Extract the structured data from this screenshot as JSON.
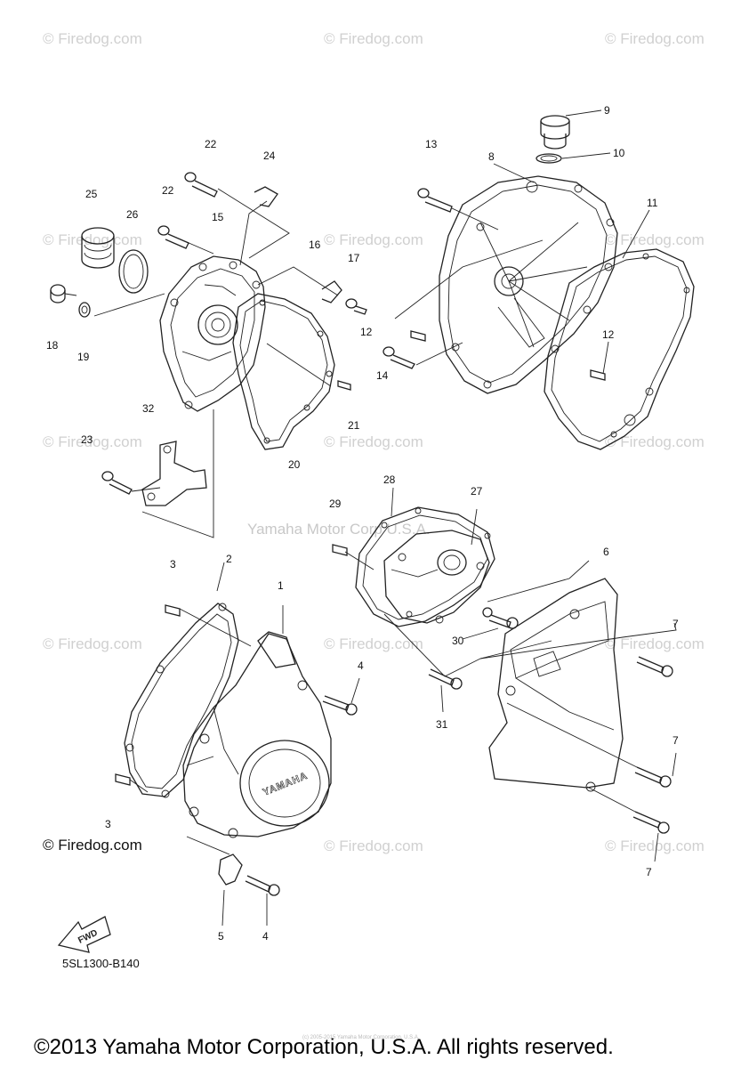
{
  "watermarks": [
    "© Firedog.com",
    "© Firedog.com",
    "© Firedog.com",
    "© Firedog.com",
    "© Firedog.com",
    "© Firedog.com",
    "© Firedog.com",
    "© Firedog.com",
    "© Firedog.com",
    "© Firedog.com",
    "© Firedog.com",
    "© Firedog.com",
    "© Firedog.com",
    "© Firedog.com"
  ],
  "center_watermark": "Yamaha Motor Corp U.S.A.",
  "tiny_notice": "(c) 2005-2015 Yamaha Motor Corporation, U.S.A.",
  "credit": "© Firedog.com",
  "part_code": "5SL1300-B140",
  "fwd_label": "FWD",
  "logo_text": "YAMAHA",
  "copyright": "©2013 Yamaha Motor Corporation, U.S.A. All rights reserved.",
  "labels": [
    "1",
    "2",
    "3",
    "3",
    "4",
    "4",
    "5",
    "6",
    "7",
    "7",
    "7",
    "8",
    "9",
    "10",
    "11",
    "12",
    "12",
    "13",
    "14",
    "15",
    "16",
    "17",
    "18",
    "19",
    "20",
    "21",
    "22",
    "22",
    "23",
    "24",
    "25",
    "26",
    "27",
    "28",
    "29",
    "30",
    "31",
    "32"
  ]
}
